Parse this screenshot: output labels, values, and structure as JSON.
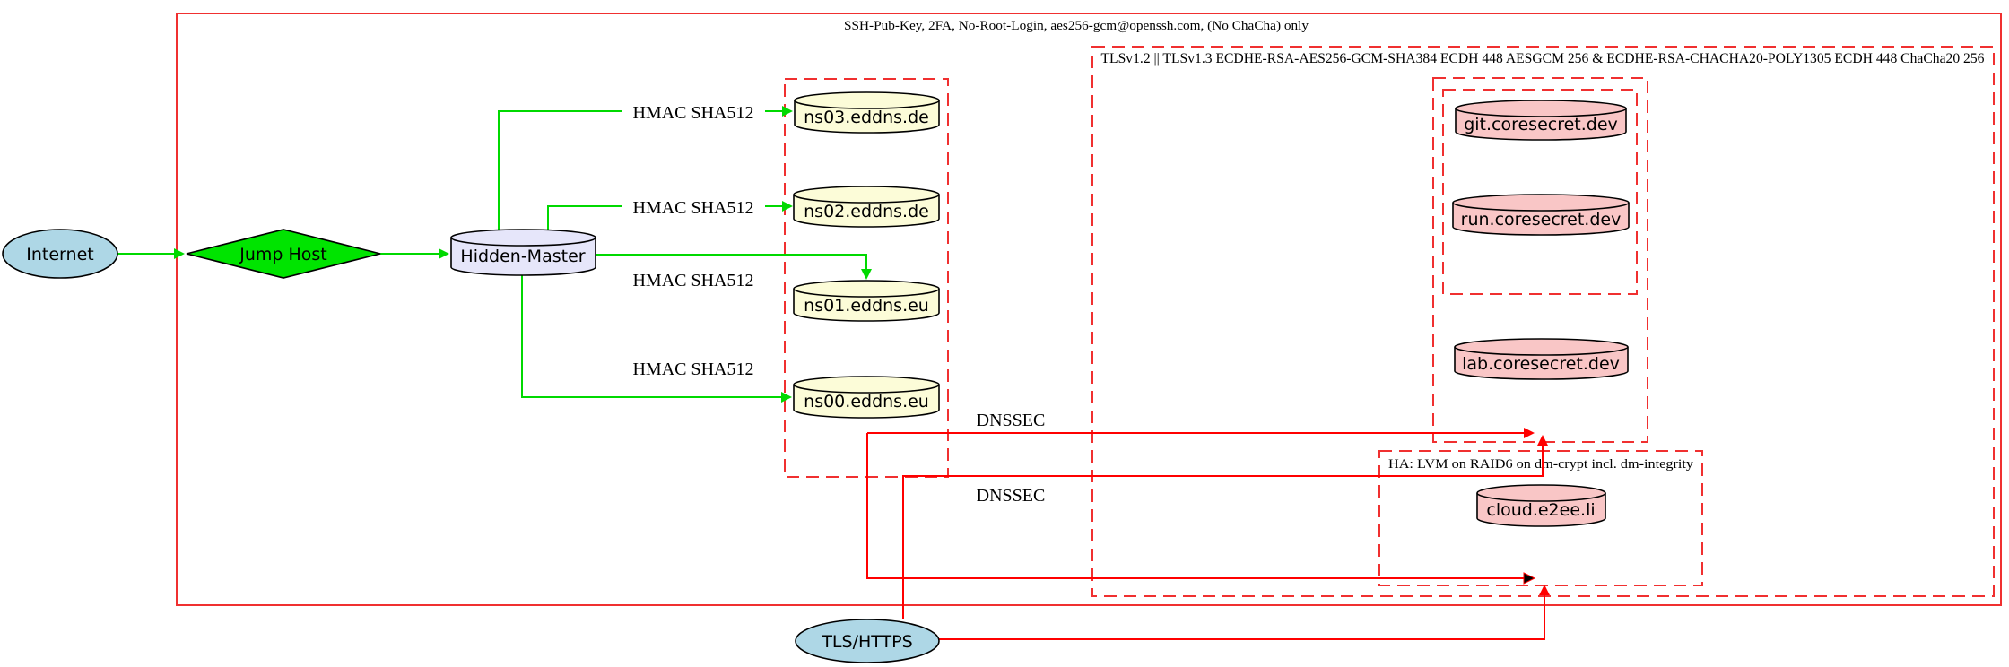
{
  "diagram": {
    "clusters": {
      "outer_label": "SSH-Pub-Key, 2FA, No-Root-Login, aes256-gcm@openssh.com, (No ChaCha) only",
      "tls_label": "TLSv1.2 || TLSv1.3 ECDHE-RSA-AES256-GCM-SHA384 ECDH 448 AESGCM 256 & ECDHE-RSA-CHACHA20-POLY1305 ECDH 448 ChaCha20 256",
      "ha_label": "HA: LVM on RAID6 on dm-crypt incl. dm-integrity"
    },
    "nodes": {
      "internet": "Internet",
      "jump_host": "Jump Host",
      "hidden_master": "Hidden-Master",
      "ns03": "ns03.eddns.de",
      "ns02": "ns02.eddns.de",
      "ns01": "ns01.eddns.eu",
      "ns00": "ns00.eddns.eu",
      "git": "git.coresecret.dev",
      "run": "run.coresecret.dev",
      "lab": "lab.coresecret.dev",
      "cloud": "cloud.e2ee.li",
      "tls": "TLS/HTTPS"
    },
    "edge_labels": {
      "hmac1": "HMAC SHA512",
      "hmac2": "HMAC SHA512",
      "hmac3": "HMAC SHA512",
      "hmac4": "HMAC SHA512",
      "dnssec1": "DNSSEC",
      "dnssec2": "DNSSEC"
    },
    "colors": {
      "cluster_red": "#f03030",
      "edge_red": "#ff0000",
      "edge_green": "#00d900",
      "node_blue": "#aed7e6",
      "node_green": "#00e400",
      "node_lavender": "#e6e6fa",
      "node_yellow": "#fcfcd8",
      "node_pink": "#f9c6c6"
    }
  }
}
